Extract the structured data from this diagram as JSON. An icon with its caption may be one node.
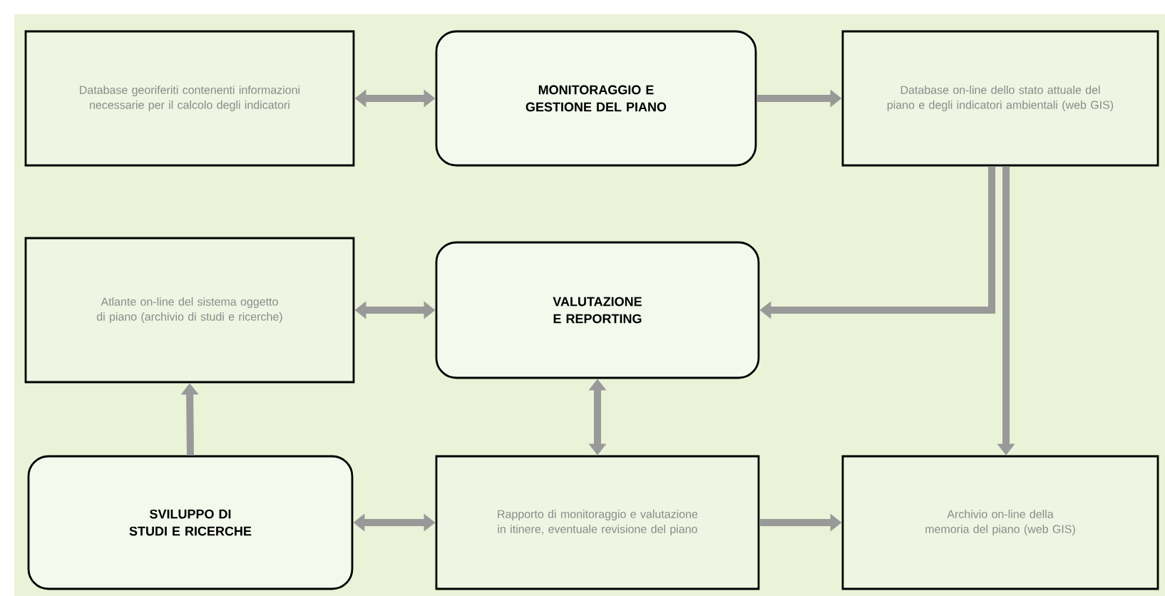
{
  "diagram": {
    "nodes": [
      {
        "text": [
          "Database georiferiti contenenti informazioni necessarie per il calcolo degli indicatori"
        ]
      },
      {
        "text": [
          "MONITORAGGIO E GESTIONE DEL PIANO"
        ]
      },
      {
        "text": [
          "Database on-line dello stato attuale del piano e degli indicatori ambientali (web GIS)"
        ]
      },
      {
        "text": [
          "Atlante on-line del sistema oggetto di piano (archivio di studi e ricerche)"
        ]
      },
      {
        "text": [
          "VALUTAZIONE E REPORTING"
        ]
      },
      {
        "text": [
          "SVILUPPO DI STUDI E RICERCHE"
        ]
      },
      {
        "text": [
          "Rapporto di monitoraggio e valutazione in itinere, eventuale revisione del piano"
        ]
      },
      {
        "text": [
          "Archivio on-line della memoria del piano (web GIS)"
        ]
      }
    ],
    "edges": [
      {
        "from": 0,
        "to": 1,
        "arrow": "both"
      },
      {
        "from": 1,
        "to": 2,
        "arrow": "to"
      },
      {
        "from": 2,
        "to": 4,
        "arrow": "to"
      },
      {
        "from": 2,
        "to": 7,
        "arrow": "to"
      },
      {
        "from": 3,
        "to": 4,
        "arrow": "both"
      },
      {
        "from": 5,
        "to": 3,
        "arrow": "to"
      },
      {
        "from": 4,
        "to": 6,
        "arrow": "both"
      },
      {
        "from": 5,
        "to": 6,
        "arrow": "both"
      },
      {
        "from": 6,
        "to": 7,
        "arrow": "to"
      }
    ]
  }
}
